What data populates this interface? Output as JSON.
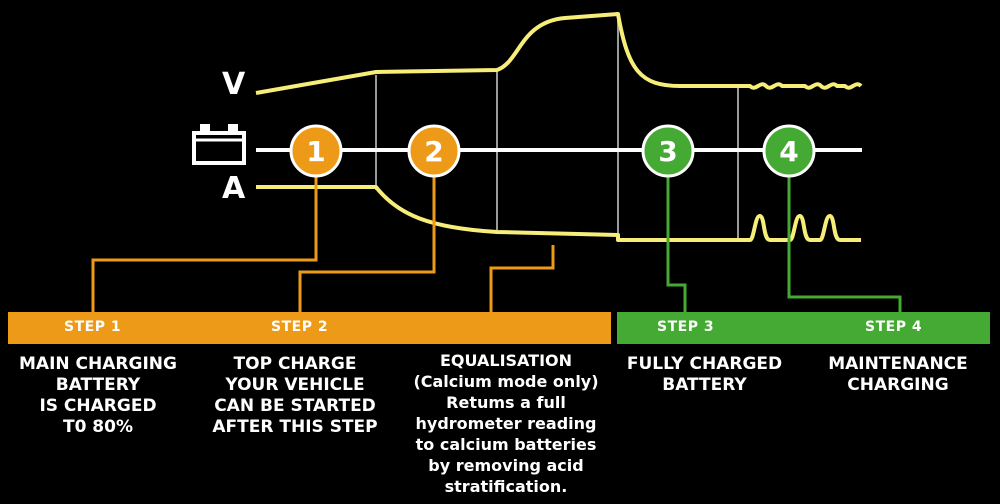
{
  "axes": {
    "voltage_label": "V",
    "current_label": "A"
  },
  "colors": {
    "background": "#000000",
    "orange": "#ee9a19",
    "green": "#45aa33",
    "curve": "#f7ee7a",
    "line": "#ffffff",
    "divider": "#9a9a9a"
  },
  "icon": "battery-icon",
  "markers": [
    {
      "number": "1",
      "color": "orange"
    },
    {
      "number": "2",
      "color": "orange"
    },
    {
      "number": "3",
      "color": "green"
    },
    {
      "number": "4",
      "color": "green"
    }
  ],
  "steps": [
    {
      "label": "STEP 1",
      "description": "MAIN CHARGING\nBATTERY\nIS CHARGED\nT0 80%"
    },
    {
      "label": "STEP 2",
      "description": "TOP CHARGE\nYOUR VEHICLE\nCAN BE STARTED\nAFTER THIS STEP"
    },
    {
      "label": "",
      "description": "EQUALISATION\n(Calcium mode only)\nRetums a full\nhydrometer reading\nto calcium batteries\nby removing acid\nstratification."
    },
    {
      "label": "STEP 3",
      "description": "FULLY CHARGED\nBATTERY"
    },
    {
      "label": "STEP 4",
      "description": "MAINTENANCE\nCHARGING"
    }
  ]
}
